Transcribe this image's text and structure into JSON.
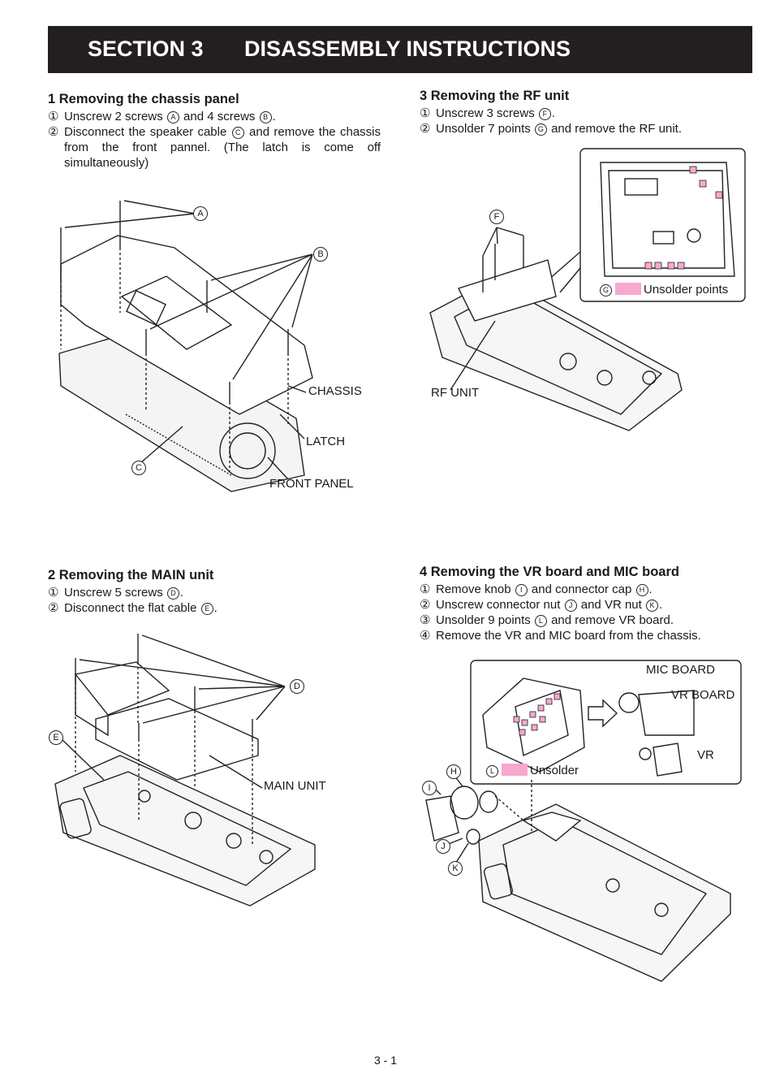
{
  "header": {
    "section": "SECTION 3",
    "title": "DISASSEMBLY INSTRUCTIONS"
  },
  "s1": {
    "title": "1 Removing the chassis panel",
    "step1": {
      "num": "①",
      "a": "Unscrew 2 screws",
      "c1": "A",
      "b": "and 4 screws",
      "c2": "B",
      "end": "."
    },
    "step2": {
      "num": "②",
      "a": "Disconnect the speaker cable",
      "c1": "C",
      "b": "and remove the chassis from the front pannel. (The latch is come off simultaneously)"
    },
    "labels": {
      "A": "A",
      "B": "B",
      "C": "C",
      "chassis": "CHASSIS",
      "latch": "LATCH",
      "front": "FRONT PANEL"
    }
  },
  "s2": {
    "title": "2 Removing the MAIN unit",
    "step1": {
      "num": "①",
      "a": "Unscrew 5 screws",
      "c1": "D",
      "end": "."
    },
    "step2": {
      "num": "②",
      "a": "Disconnect the flat cable",
      "c1": "E",
      "end": "."
    },
    "labels": {
      "D": "D",
      "E": "E",
      "main": "MAIN UNIT"
    }
  },
  "s3": {
    "title": "3 Removing the RF unit",
    "step1": {
      "num": "①",
      "a": "Unscrew 3 screws",
      "c1": "F",
      "end": "."
    },
    "step2": {
      "num": "②",
      "a": "Unsolder 7 points",
      "c1": "G",
      "b": "and remove the RF unit."
    },
    "labels": {
      "F": "F",
      "G": "G",
      "unsolder": "Unsolder points",
      "rf": "RF UNIT"
    }
  },
  "s4": {
    "title": "4 Removing the VR board and MIC board",
    "step1": {
      "num": "①",
      "a": "Remove knob",
      "c1": "I",
      "b": "and connector cap",
      "c2": "H",
      "end": "."
    },
    "step2": {
      "num": "②",
      "a": "Unscrew connector nut",
      "c1": "J",
      "b": "and VR nut",
      "c2": "K",
      "end": "."
    },
    "step3": {
      "num": "③",
      "a": "Unsolder 9 points",
      "c1": "L",
      "b": "and remove VR board."
    },
    "step4": {
      "num": "④",
      "a": "Remove the VR and MIC board from the chassis."
    },
    "labels": {
      "mic": "MIC BOARD",
      "vrb": "VR BOARD",
      "vr": "VR",
      "L": "L",
      "unsolder": "Unsolder",
      "H": "H",
      "I": "I",
      "J": "J",
      "K": "K"
    }
  },
  "colors": {
    "header_bg": "#231f20",
    "solder": "#f7a8cf"
  },
  "footer": {
    "page": "3 - 1"
  }
}
